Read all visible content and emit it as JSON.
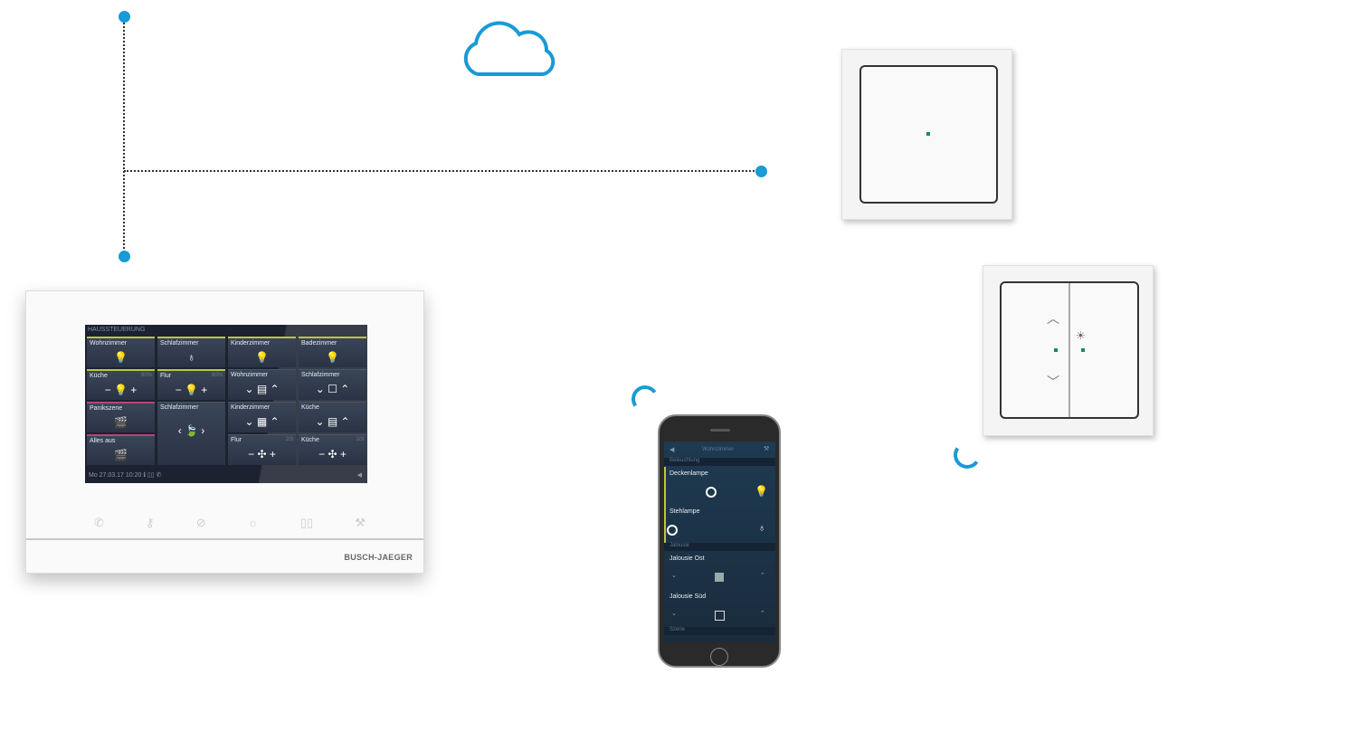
{
  "panel": {
    "screen_title": "HAUSSTEUERUNG",
    "tiles": [
      {
        "label": "Wohnzimmer",
        "icon": "💡",
        "pct": ""
      },
      {
        "label": "Schlafzimmer",
        "icon": "♁",
        "pct": ""
      },
      {
        "label": "Kinderzimmer",
        "icon": "💡",
        "pct": ""
      },
      {
        "label": "Badezimmer",
        "icon": "💡",
        "pct": ""
      },
      {
        "label": "Küche",
        "icon": "−  💡  +",
        "pct": "80%"
      },
      {
        "label": "Flur",
        "icon": "−  💡  +",
        "pct": "80%"
      },
      {
        "label": "Wohnzimmer",
        "icon": "⌄  ▤  ⌃",
        "pct": ""
      },
      {
        "label": "Schlafzimmer",
        "icon": "⌄  ☐  ⌃",
        "pct": ""
      },
      {
        "label": "Panikszene",
        "icon": "🎬",
        "pct": ""
      },
      {
        "label": "Schlafzimmer",
        "icon": "‹  🍃  ›",
        "pct": ""
      },
      {
        "label": "Kinderzimmer",
        "icon": "⌄  ▦  ⌃",
        "pct": ""
      },
      {
        "label": "Küche",
        "icon": "⌄  ▤  ⌃",
        "pct": ""
      },
      {
        "label": "Alles aus",
        "icon": "🎬",
        "pct": ""
      },
      {
        "label": "Flur",
        "icon": "−  ✣  +",
        "pct": "2/3"
      },
      {
        "label": "Küche",
        "icon": "−  ✣  +",
        "pct": "2/3"
      }
    ],
    "footer": "Mo 27.03.17   10:20   ℹ  ▯▯  ✆",
    "brand": "BUSCH-JAEGER"
  },
  "phone": {
    "title": "Wohnzimmer",
    "section_lighting": "Beleuchtung",
    "items": [
      "Deckenlampe",
      "Stehlampe",
      "Jalousie Ost",
      "Jalousie Süd"
    ],
    "section_blinds": "Jalousie",
    "section_scenes": "Szene"
  },
  "colors": {
    "accent": "#1a9ad6",
    "led": "#1a8a5a"
  }
}
